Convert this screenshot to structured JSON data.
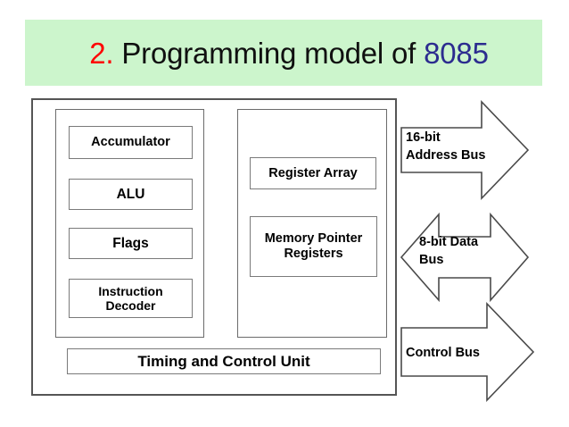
{
  "slide": {
    "title": {
      "number": "2.",
      "main": " Programming model of ",
      "chip": "8085"
    },
    "colors": {
      "banner_bg": "#ccf5cc",
      "number": "#ff0000",
      "main_text": "#101010",
      "chip": "#2c2c8f",
      "box_border": "#6b6b6b",
      "page_bg": "#ffffff"
    }
  },
  "cpu": {
    "alu_group": {
      "blocks": [
        {
          "label": "Accumulator"
        },
        {
          "label": "ALU"
        },
        {
          "label": "Flags"
        },
        {
          "label": "Instruction\nDecoder"
        }
      ]
    },
    "register_group": {
      "blocks": [
        {
          "label": "Register Array"
        },
        {
          "label": "Memory Pointer\nRegisters"
        }
      ]
    },
    "timing_control": {
      "label": "Timing and Control Unit"
    }
  },
  "buses": [
    {
      "id": "address-bus",
      "label": "16-bit\nAddress Bus",
      "direction": "unidirectional-right"
    },
    {
      "id": "data-bus",
      "label": "8-bit Data\nBus",
      "direction": "bidirectional"
    },
    {
      "id": "control-bus",
      "label": "Control Bus",
      "direction": "unidirectional-right"
    }
  ]
}
